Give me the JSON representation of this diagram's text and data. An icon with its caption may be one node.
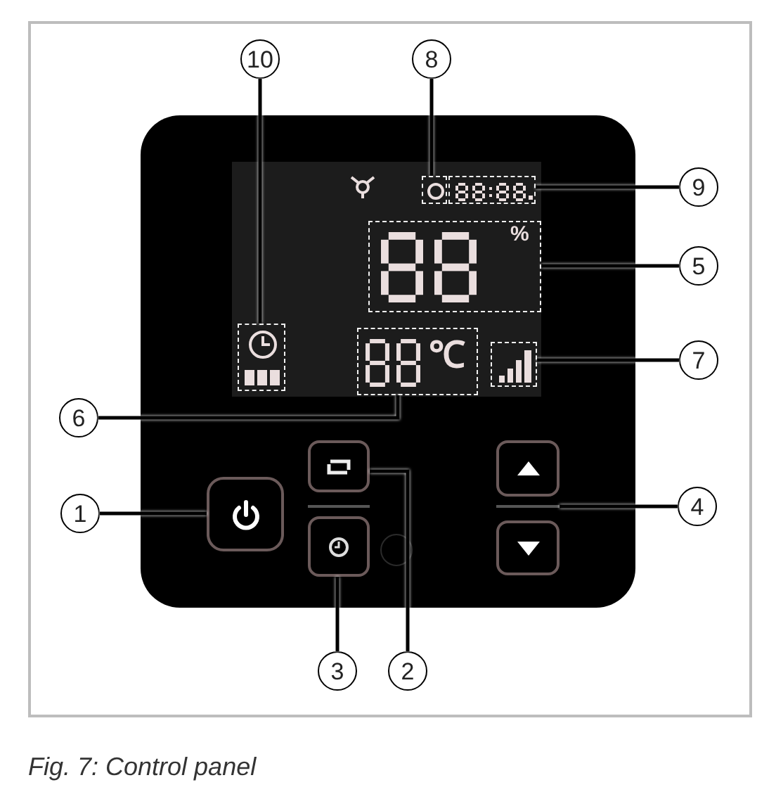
{
  "diagram": {
    "caption": "Fig. 7: Control panel",
    "nodes": [
      {
        "text": [
          "10"
        ]
      },
      {
        "text": [
          "8"
        ]
      },
      {
        "text": [
          "9"
        ]
      },
      {
        "text": [
          "5"
        ]
      },
      {
        "text": [
          "7"
        ]
      },
      {
        "text": [
          "6"
        ]
      },
      {
        "text": [
          "1"
        ]
      },
      {
        "text": [
          "4"
        ]
      },
      {
        "text": [
          "3"
        ]
      },
      {
        "text": [
          "2"
        ]
      },
      {
        "text": [],
        "shape": "box"
      },
      {
        "text": [],
        "shape": "box"
      },
      {
        "text": [],
        "shape": "box"
      },
      {
        "text": [],
        "shape": "box"
      },
      {
        "text": [],
        "shape": "box"
      },
      {
        "text": [],
        "shape": "box"
      },
      {
        "text": [],
        "shape": "box"
      },
      {
        "text": [],
        "shape": "box"
      },
      {
        "text": [],
        "shape": "box"
      },
      {
        "text": [],
        "shape": "box"
      }
    ],
    "edges": [
      {
        "from": 0,
        "to": 10,
        "arrow": "none"
      },
      {
        "from": 1,
        "to": 11,
        "arrow": "none"
      },
      {
        "from": 2,
        "to": 12,
        "arrow": "none"
      },
      {
        "from": 3,
        "to": 13,
        "arrow": "none"
      },
      {
        "from": 4,
        "to": 14,
        "arrow": "none"
      },
      {
        "from": 5,
        "to": 15,
        "arrow": "none"
      },
      {
        "from": 6,
        "to": 16,
        "arrow": "none"
      },
      {
        "from": 7,
        "to": 17,
        "arrow": "none"
      },
      {
        "from": 8,
        "to": 18,
        "arrow": "none"
      },
      {
        "from": 9,
        "to": 19,
        "arrow": "none"
      }
    ],
    "labels": [
      "%",
      "℃"
    ]
  }
}
